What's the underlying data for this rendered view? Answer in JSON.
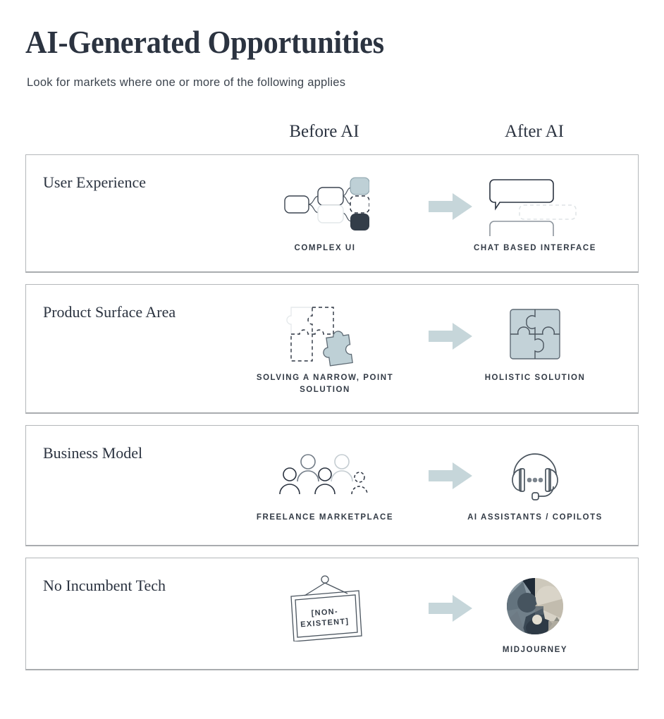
{
  "header": {
    "title": "AI-Generated Opportunities",
    "subtitle": "Look for markets where one or more of the following applies"
  },
  "columns": {
    "before": "Before AI",
    "after": "After AI"
  },
  "colors": {
    "text_dark": "#2b3340",
    "accent_arrow": "#c6d6da",
    "fill_light_blue": "#bed0d6",
    "fill_dark": "#333d49",
    "border_gray": "#b4b7ba",
    "stroke_dark": "#3b4450",
    "stroke_mid": "#7e878f",
    "stroke_light": "#dfe4e6"
  },
  "rows": [
    {
      "label": "User Experience",
      "before_icon": "complex-ui-tree-icon",
      "before_caption": "COMPLEX UI",
      "after_icon": "chat-bubbles-icon",
      "after_caption": "CHAT BASED INTERFACE",
      "arrow_icon": "right-arrow-icon"
    },
    {
      "label": "Product Surface Area",
      "before_icon": "partial-puzzle-icon",
      "before_caption": "SOLVING A NARROW, POINT SOLUTION",
      "after_icon": "complete-puzzle-icon",
      "after_caption": "HOLISTIC SOLUTION",
      "arrow_icon": "right-arrow-icon"
    },
    {
      "label": "Business Model",
      "before_icon": "people-group-icon",
      "before_caption": "FREELANCE MARKETPLACE",
      "after_icon": "headset-icon",
      "after_caption": "AI ASSISTANTS / COPILOTS",
      "arrow_icon": "right-arrow-icon"
    },
    {
      "label": "No Incumbent Tech",
      "before_icon": "hanging-sign-icon",
      "before_caption": "[NON-EXISTENT]",
      "before_sign_text_line1": "[NON-",
      "before_sign_text_line2": "EXISTENT]",
      "after_icon": "midjourney-abstract-circle-icon",
      "after_caption": "MIDJOURNEY",
      "arrow_icon": "right-arrow-icon"
    }
  ]
}
